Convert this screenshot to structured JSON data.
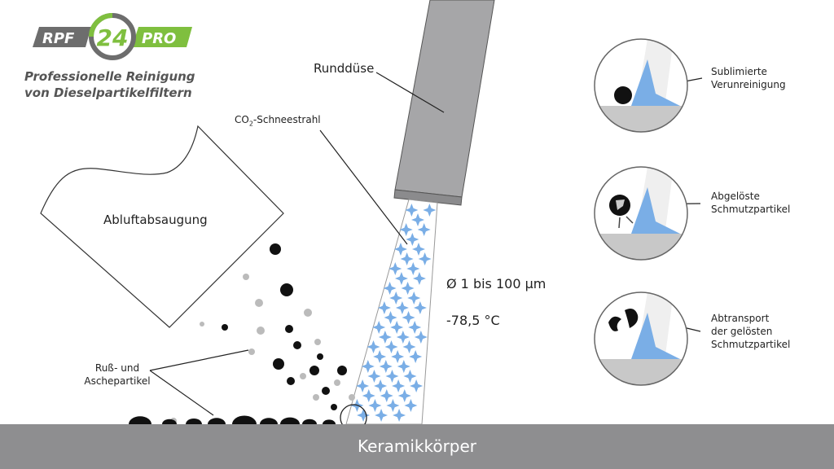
{
  "logo": {
    "left": "RPF",
    "number": "24",
    "right": "PRO"
  },
  "tagline": {
    "line1": "Professionelle Reinigung",
    "line2": "von Dieselpartikelfiltern"
  },
  "labels": {
    "nozzle": "Runddüse",
    "jet_prefix": "CO",
    "jet_sub": "2",
    "jet_suffix": "-Schneestrahl",
    "exhaust": "Abluftabsaugung",
    "diameter": "Ø 1 bis 100 µm",
    "temperature": "-78,5 °C",
    "soot_line1": "Ruß- und",
    "soot_line2": "Aschepartikel",
    "base": "Keramikkörper"
  },
  "steps": [
    {
      "line1": "Sublimierte",
      "line2": "Verunreinigung",
      "line3": ""
    },
    {
      "line1": "Abgelöste",
      "line2": "Schmutzpartikel",
      "line3": ""
    },
    {
      "line1": "Abtransport",
      "line2": "der gelösten",
      "line3": "Schmutzpartikel"
    }
  ],
  "colors": {
    "logo_green": "#7fbf3f",
    "logo_gray": "#6d6d6d",
    "nozzle": "#a6a6a8",
    "snow": "#7aaee6",
    "base": "#8e8e90",
    "hood_outline": "#333333"
  }
}
